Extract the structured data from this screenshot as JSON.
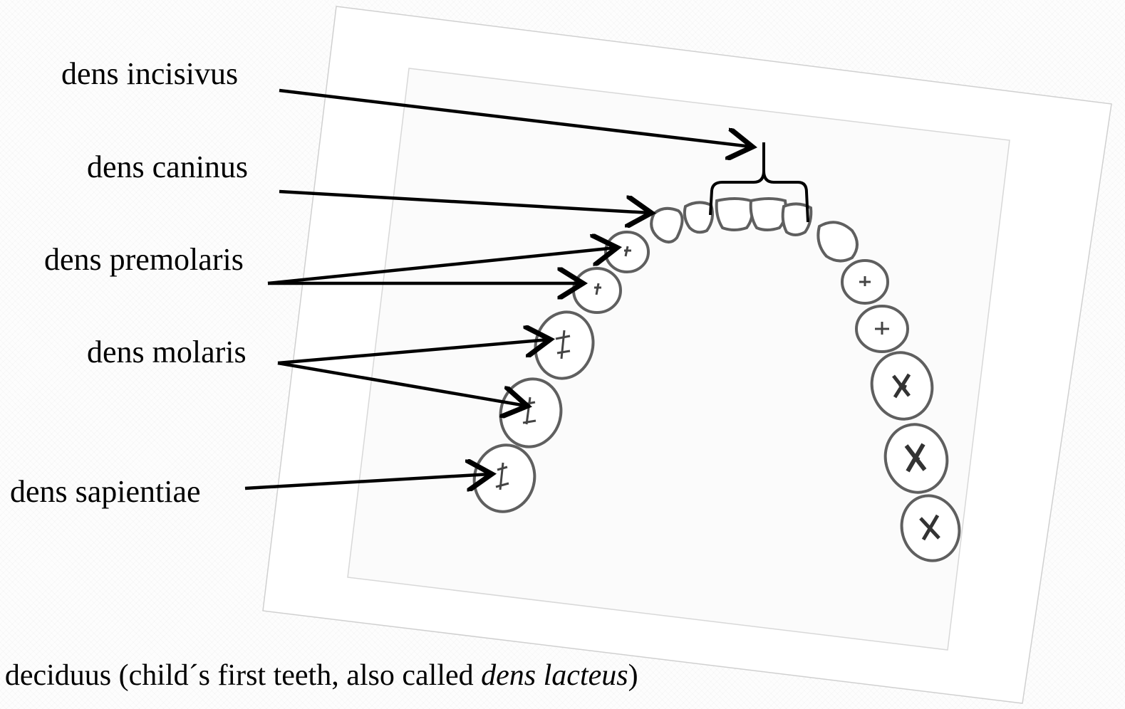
{
  "labels": {
    "incisivus": "dens incisivus",
    "caninus": "dens caninus",
    "premolaris": "dens premolaris",
    "molaris": "dens molaris",
    "sapientiae": "dens sapientiae"
  },
  "caption": {
    "prefix": "s deciduus (child´s first teeth, also called ",
    "italic": "dens lacteus",
    "suffix": ")"
  },
  "colors": {
    "arrow": "#000000",
    "tooth_outline": "#5a5a5a",
    "frame": "#cfcfcf"
  }
}
